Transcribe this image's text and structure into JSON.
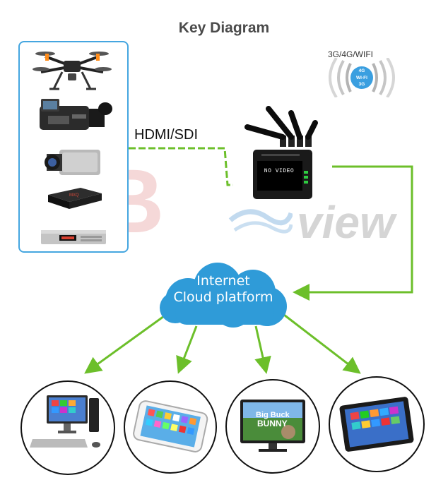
{
  "diagram": {
    "title": "Key Diagram",
    "connection_label": "HDMI/SDI",
    "wireless_label": "3G/4G/WIFI",
    "wifi_badge_lines": [
      "4G",
      "WI-FI",
      "3G"
    ],
    "encoder_screen_text": "NO VIDEO",
    "cloud_lines": [
      "Internet",
      "Cloud platform"
    ],
    "watermark_letters": "DIB",
    "watermark_word": "view",
    "bigbuck_lines": [
      "Big Buck",
      "BUNNY"
    ],
    "source_devices": [
      "drone-icon",
      "camcorder-icon",
      "security-camera-icon",
      "tv-box-icon",
      "set-top-box-icon"
    ],
    "client_devices": [
      "desktop-computer-icon",
      "smartphone-icon",
      "tv-monitor-icon",
      "tablet-icon"
    ],
    "colors": {
      "frame_border": "#45a6e0",
      "arrow": "#6cbf2a",
      "cloud": "#2f9bd8",
      "wifi_badge": "#3a9fe0",
      "title": "#4a4a4a"
    }
  }
}
